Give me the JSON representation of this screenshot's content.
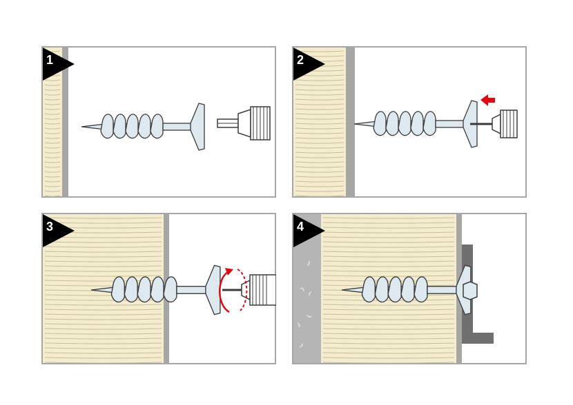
{
  "steps": [
    {
      "number": "1"
    },
    {
      "number": "2"
    },
    {
      "number": "3"
    },
    {
      "number": "4"
    }
  ],
  "colors": {
    "frame": "#a6a6a6",
    "insulation": "#f3ecce",
    "insulation_line": "#c9bd94",
    "anchor_fill": "#dde8ef",
    "anchor_stroke": "#3a3a3a",
    "concrete": "#b5b5b5",
    "bracket": "#6f6f6f",
    "arrow_red": "#e30613",
    "badge": "#000000"
  },
  "icons": {
    "badge": "triangle-badge-icon",
    "anchor": "insulation-anchor-icon",
    "drill": "drill-chuck-icon",
    "push": "push-arrow-icon",
    "rotate": "rotation-arrow-icon",
    "bracket": "mounting-bracket-icon"
  }
}
